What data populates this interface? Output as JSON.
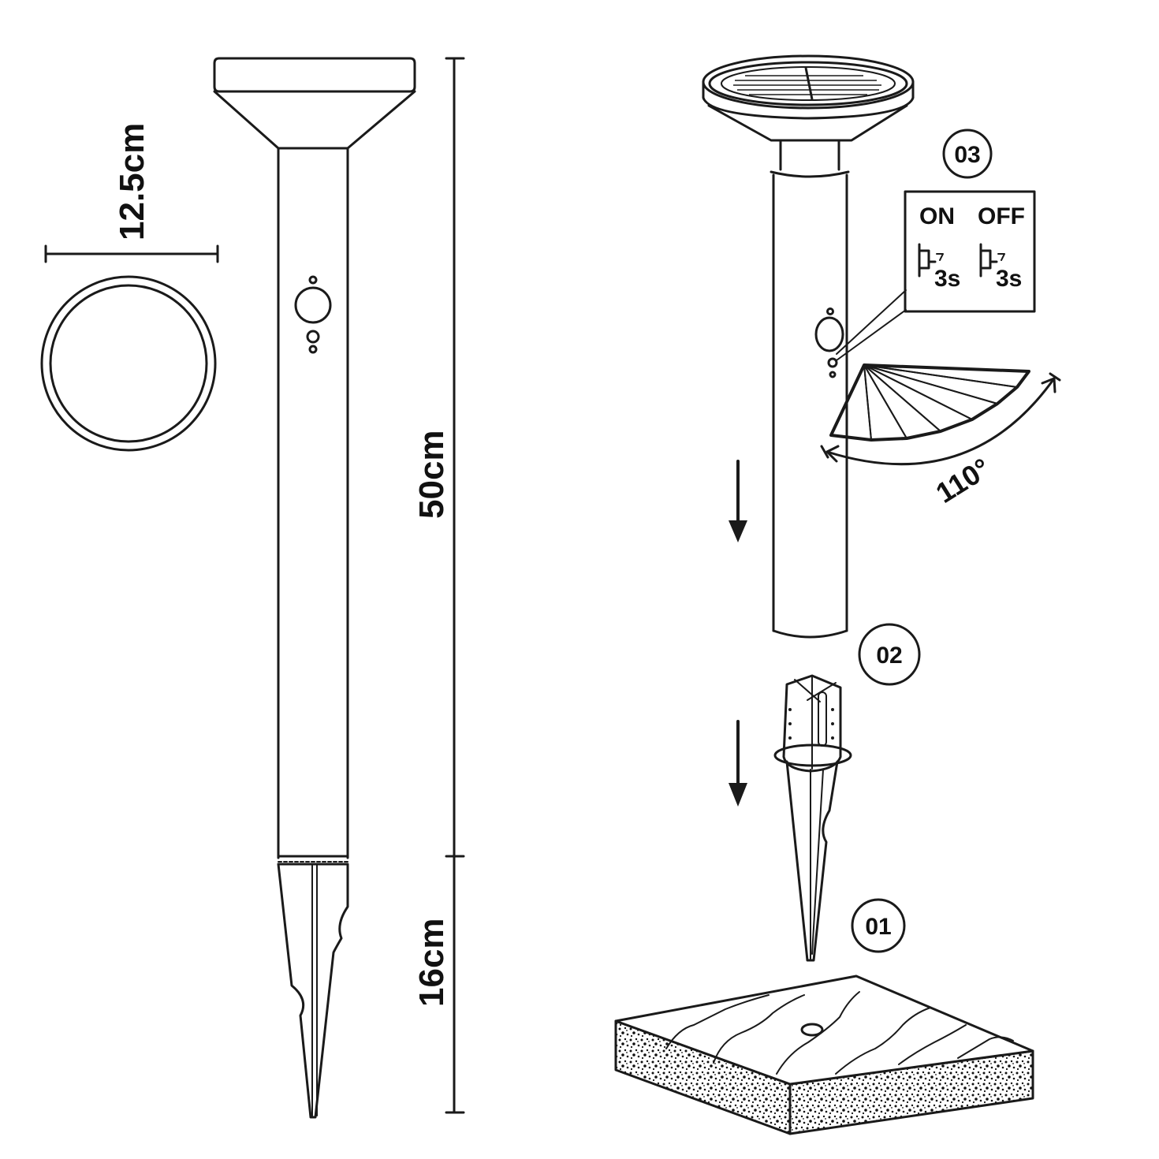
{
  "dimensions": {
    "diameter": "12.5cm",
    "height": "50cm",
    "stake_length": "16cm"
  },
  "steps": {
    "step1": "01",
    "step2": "02",
    "step3": "03"
  },
  "switch": {
    "on_label": "ON",
    "off_label": "OFF",
    "on_hold": "3s",
    "off_hold": "3s"
  },
  "sensor": {
    "angle": "110°"
  },
  "colors": {
    "line": "#1a1a1a",
    "background": "#ffffff"
  }
}
